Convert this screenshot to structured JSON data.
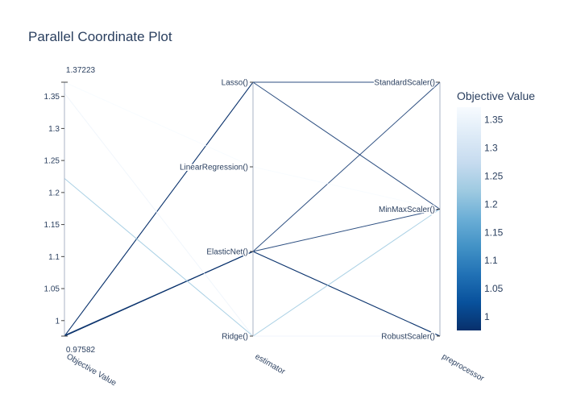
{
  "chart_data": {
    "type": "parallel_coordinates",
    "title": "Parallel Coordinate Plot",
    "axes": [
      {
        "name": "Objective Value",
        "kind": "numeric",
        "range": [
          0.97582,
          1.37223
        ],
        "min_label": "0.97582",
        "max_label": "1.37223",
        "ticks": [
          1,
          1.05,
          1.1,
          1.15,
          1.2,
          1.25,
          1.3,
          1.35
        ],
        "tick_labels": [
          "1",
          "1.05",
          "1.1",
          "1.15",
          "1.2",
          "1.25",
          "1.3",
          "1.35"
        ]
      },
      {
        "name": "estimator",
        "kind": "categorical",
        "categories": [
          "Ridge()",
          "ElasticNet()",
          "LinearRegression()",
          "Lasso()"
        ]
      },
      {
        "name": "preprocessor",
        "kind": "categorical",
        "categories": [
          "RobustScaler()",
          "MinMaxScaler()",
          "StandardScaler()"
        ]
      }
    ],
    "lines": [
      {
        "objective": 0.97582,
        "estimator": "Lasso()",
        "preprocessor": "StandardScaler()"
      },
      {
        "objective": 0.97582,
        "estimator": "Lasso()",
        "preprocessor": "MinMaxScaler()"
      },
      {
        "objective": 0.97582,
        "estimator": "ElasticNet()",
        "preprocessor": "MinMaxScaler()"
      },
      {
        "objective": 0.976,
        "estimator": "ElasticNet()",
        "preprocessor": "StandardScaler()"
      },
      {
        "objective": 0.976,
        "estimator": "ElasticNet()",
        "preprocessor": "RobustScaler()"
      },
      {
        "objective": 0.977,
        "estimator": "ElasticNet()",
        "preprocessor": "RobustScaler()"
      },
      {
        "objective": 1.222,
        "estimator": "Ridge()",
        "preprocessor": "MinMaxScaler()"
      },
      {
        "objective": 1.37223,
        "estimator": "LinearRegression()",
        "preprocessor": "MinMaxScaler()"
      },
      {
        "objective": 1.355,
        "estimator": "Ridge()",
        "preprocessor": "RobustScaler()"
      }
    ],
    "colorbar": {
      "title": "Objective Value",
      "range": [
        0.97582,
        1.37223
      ],
      "ticks": [
        1,
        1.05,
        1.1,
        1.15,
        1.2,
        1.25,
        1.3,
        1.35
      ],
      "tick_labels": [
        "1",
        "1.05",
        "1.1",
        "1.15",
        "1.2",
        "1.25",
        "1.3",
        "1.35"
      ],
      "colorscale": [
        [
          0,
          "#08306b"
        ],
        [
          0.125,
          "#08519c"
        ],
        [
          0.25,
          "#2171b5"
        ],
        [
          0.375,
          "#4292c6"
        ],
        [
          0.5,
          "#6baed6"
        ],
        [
          0.625,
          "#9ecae1"
        ],
        [
          0.75,
          "#c6dbef"
        ],
        [
          0.875,
          "#deebf7"
        ],
        [
          1,
          "#f7fbff"
        ]
      ]
    }
  }
}
